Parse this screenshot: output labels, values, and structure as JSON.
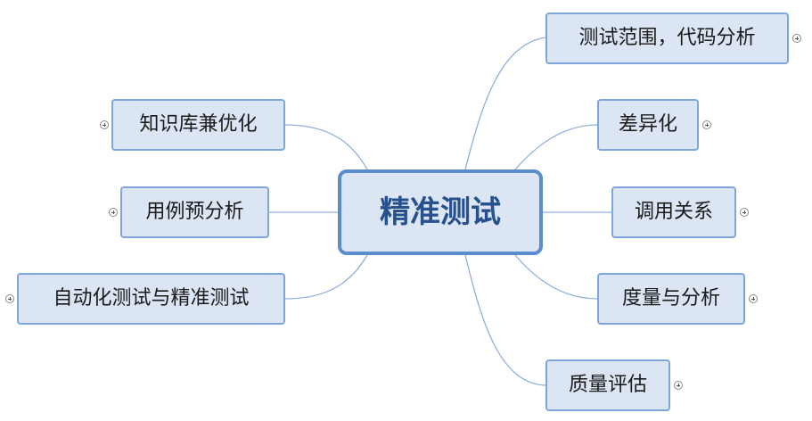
{
  "center": {
    "label": "精准测试"
  },
  "right_topics": [
    {
      "label": "测试范围，代码分析"
    },
    {
      "label": "差异化"
    },
    {
      "label": "调用关系"
    },
    {
      "label": "度量与分析"
    },
    {
      "label": "质量评估"
    }
  ],
  "left_topics": [
    {
      "label": "知识库兼优化"
    },
    {
      "label": "用例预分析"
    },
    {
      "label": "自动化测试与精准测试"
    }
  ],
  "colors": {
    "node_fill": "#dbe5f3",
    "node_border": "#7ea6d8",
    "center_border": "#5b8ccc",
    "center_text": "#26508e",
    "connector": "#8fb0db"
  }
}
